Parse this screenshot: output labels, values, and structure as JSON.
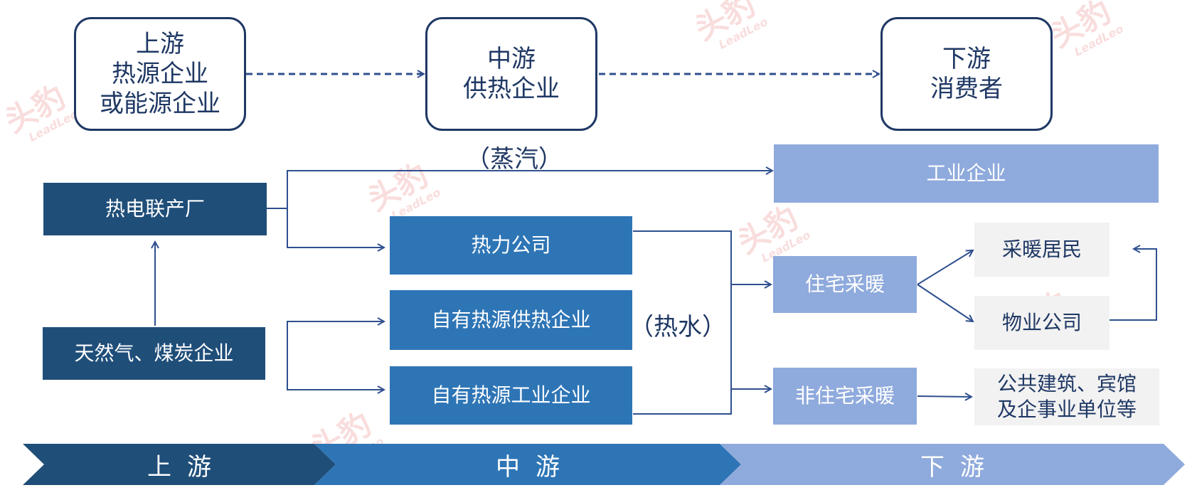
{
  "header": {
    "upstream": [
      "上游",
      "热源企业",
      "或能源企业"
    ],
    "midstream": [
      "中游",
      "供热企业"
    ],
    "downstream": [
      "下游",
      "消费者"
    ]
  },
  "labels": {
    "steam": "（蒸汽）",
    "hot_water": "（热水）"
  },
  "nodes": {
    "chp_plant": "热电联产厂",
    "gas_coal": "天然气、煤炭企业",
    "heat_company": "热力公司",
    "own_heat_supply": "自有热源供热企业",
    "own_heat_industrial": "自有热源工业企业",
    "industrial": "工业企业",
    "residential_heating": "住宅采暖",
    "non_residential_heating": "非住宅采暖",
    "heating_residents": "采暖居民",
    "property_company": "物业公司",
    "public_buildings": [
      "公共建筑、宾馆",
      "及企事业单位等"
    ]
  },
  "stages": {
    "upstream": "上游",
    "midstream": "中游",
    "downstream": "下游"
  },
  "watermark": {
    "glyph": "头豹",
    "text": "LeadLeo"
  },
  "colors": {
    "dark_navy": "#1f3864",
    "upstream_blue": "#1f4e79",
    "midstream_blue": "#2e75b6",
    "downstream_blue": "#8faadc",
    "grey_box": "#f2f2f2",
    "connector": "#2f4f8f"
  }
}
